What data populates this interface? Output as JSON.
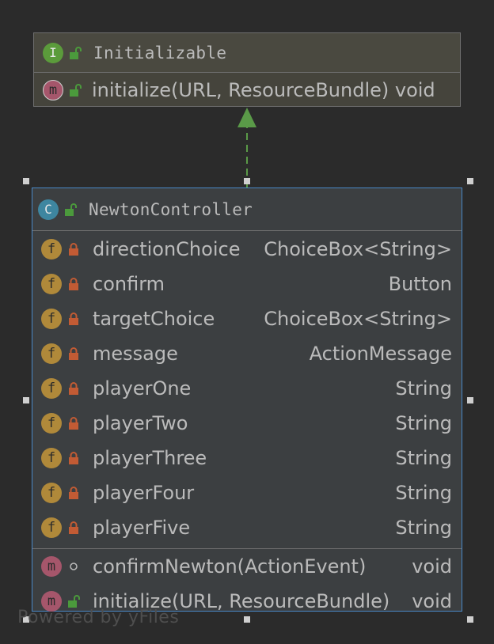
{
  "interface": {
    "stereotype": "I",
    "name": "Initializable",
    "methods": [
      {
        "badge": "m",
        "name": "initialize(URL, ResourceBundle) void"
      }
    ]
  },
  "class": {
    "stereotype": "C",
    "name": "NewtonController",
    "fields": [
      {
        "badge": "f",
        "name": "directionChoice",
        "type": "ChoiceBox<String>"
      },
      {
        "badge": "f",
        "name": "confirm",
        "type": "Button"
      },
      {
        "badge": "f",
        "name": "targetChoice",
        "type": "ChoiceBox<String>"
      },
      {
        "badge": "f",
        "name": "message",
        "type": "ActionMessage"
      },
      {
        "badge": "f",
        "name": "playerOne",
        "type": "String"
      },
      {
        "badge": "f",
        "name": "playerTwo",
        "type": "String"
      },
      {
        "badge": "f",
        "name": "playerThree",
        "type": "String"
      },
      {
        "badge": "f",
        "name": "playerFour",
        "type": "String"
      },
      {
        "badge": "f",
        "name": "playerFive",
        "type": "String"
      }
    ],
    "methods": [
      {
        "badge": "m",
        "name": "confirmNewton(ActionEvent)",
        "type": "void"
      },
      {
        "badge": "m",
        "name": "initialize(URL, ResourceBundle)",
        "type": "void"
      }
    ]
  },
  "watermark": "Powered by yFiles",
  "colors": {
    "background": "#2b2b2b",
    "field_badge": "#b0893a",
    "method_badge": "#a5566b",
    "interface_badge": "#5b9b3b",
    "class_badge": "#3e86a0",
    "public_lock": "#4b9a3c",
    "private_lock": "#c25b34",
    "edge": "#5a9a48",
    "selection_border": "#4a88c7"
  }
}
